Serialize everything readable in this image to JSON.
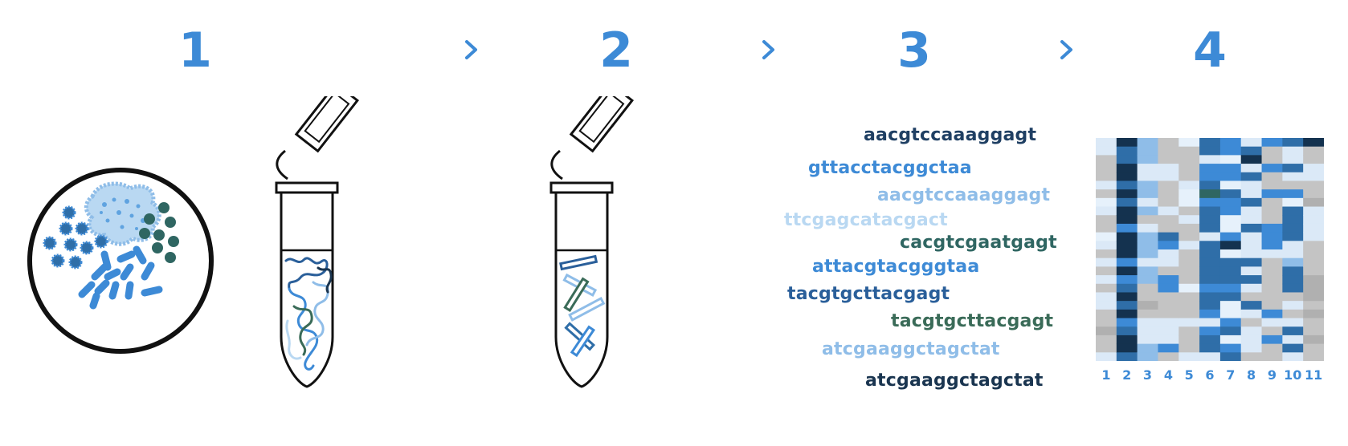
{
  "steps": [
    "1",
    "2",
    "3",
    "4"
  ],
  "colors": {
    "accent": "#3d8ad6",
    "navy": "#14324f",
    "mid_blue": "#2f6ea8",
    "light_blue": "#8fbde8",
    "pale_blue": "#b9d8f2",
    "teal": "#2f6662",
    "green": "#3a6b58",
    "grey": "#c4c4c4"
  },
  "sequences": [
    {
      "text": "aacgtccaaaggagt",
      "color": "#1f3f63"
    },
    {
      "text": "gttacctacggctaa",
      "color": "#3d8ad6"
    },
    {
      "text": "aacgtccaaaggagt",
      "color": "#8fbde8"
    },
    {
      "text": "ttcgagcatacgact",
      "color": "#b9d8f2"
    },
    {
      "text": "cacgtcgaatgagt",
      "color": "#2f6662"
    },
    {
      "text": "attacgtacgggtaa",
      "color": "#3d8ad6"
    },
    {
      "text": "tacgtgcttacgagt",
      "color": "#2a5f9a"
    },
    {
      "text": "tacgtgcttacgagt",
      "color": "#3a6b58"
    },
    {
      "text": "atcgaaggctagctat",
      "color": "#8fbde8"
    },
    {
      "text": "atcgaaggctagctat",
      "color": "#1a3550"
    }
  ],
  "heatmap": {
    "column_labels": [
      "1",
      "2",
      "3",
      "4",
      "5",
      "6",
      "7",
      "8",
      "9",
      "10",
      "11"
    ]
  }
}
